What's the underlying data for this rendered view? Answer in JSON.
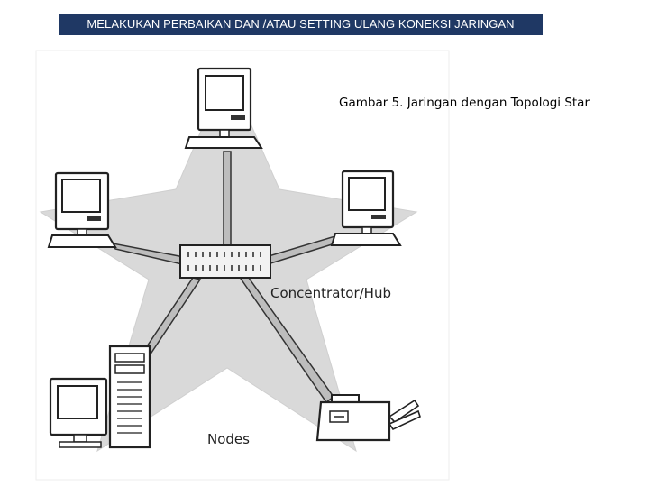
{
  "header": {
    "title": "MELAKUKAN PERBAIKAN DAN /ATAU SETTING ULANG KONEKSI JARINGAN"
  },
  "figure": {
    "caption": "Gambar 5. Jaringan  dengan Topologi Star",
    "hub_label": "Concentrator/Hub",
    "nodes_label": "Nodes"
  },
  "colors": {
    "banner_bg": "#1f3864",
    "banner_text": "#ffffff",
    "star_fill": "#d9d9d9",
    "device_stroke": "#222222"
  }
}
